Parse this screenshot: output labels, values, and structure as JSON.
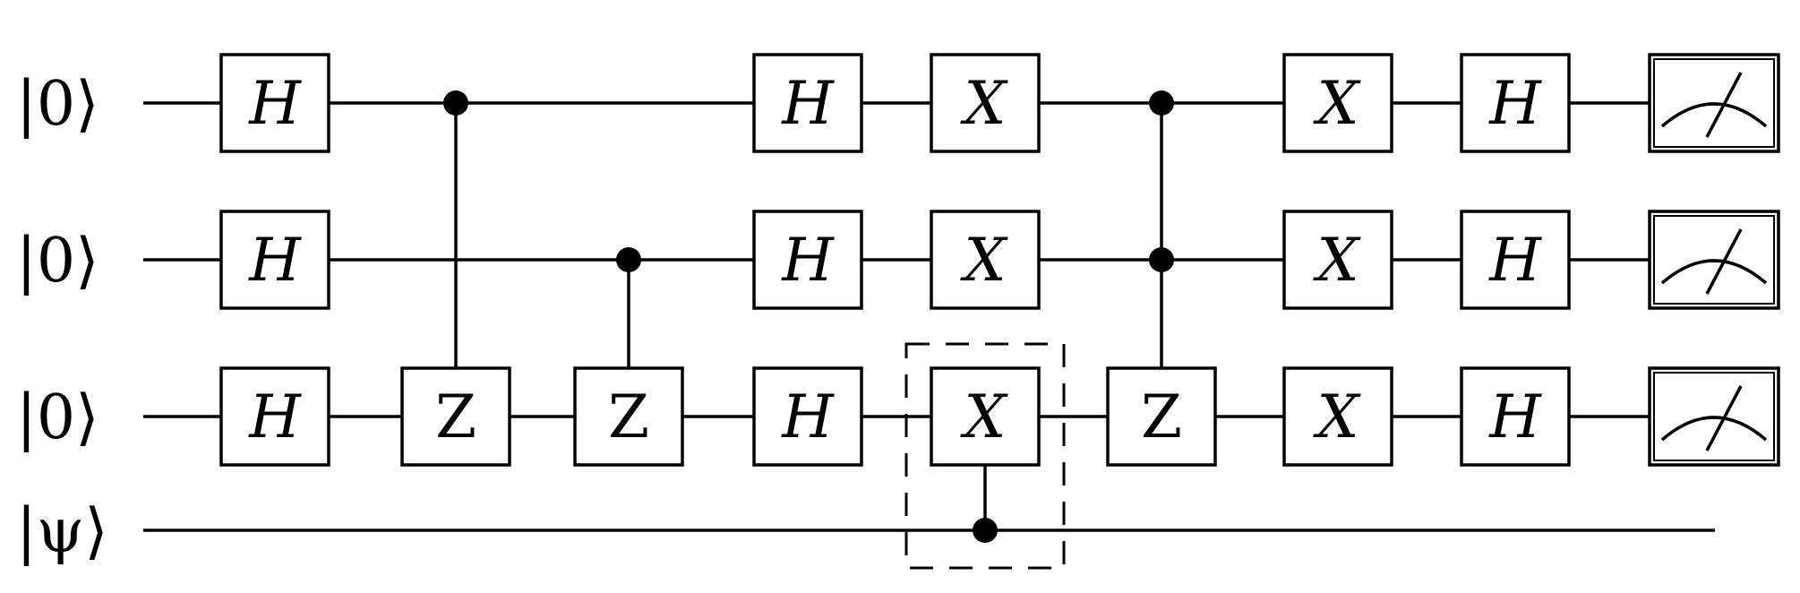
{
  "qubits": [
    {
      "label": "|0⟩"
    },
    {
      "label": "|0⟩"
    },
    {
      "label": "|0⟩"
    },
    {
      "label": "|ψ⟩"
    }
  ],
  "gates": [
    {
      "qubit": 0,
      "step": 0,
      "label": "H"
    },
    {
      "qubit": 1,
      "step": 0,
      "label": "H"
    },
    {
      "qubit": 2,
      "step": 0,
      "label": "H"
    },
    {
      "qubit": 2,
      "step": 1,
      "label": "Z"
    },
    {
      "qubit": 2,
      "step": 2,
      "label": "Z"
    },
    {
      "qubit": 0,
      "step": 3,
      "label": "H"
    },
    {
      "qubit": 1,
      "step": 3,
      "label": "H"
    },
    {
      "qubit": 2,
      "step": 3,
      "label": "H"
    },
    {
      "qubit": 0,
      "step": 4,
      "label": "X"
    },
    {
      "qubit": 1,
      "step": 4,
      "label": "X"
    },
    {
      "qubit": 2,
      "step": 4,
      "label": "X"
    },
    {
      "qubit": 2,
      "step": 5,
      "label": "Z"
    },
    {
      "qubit": 0,
      "step": 6,
      "label": "X"
    },
    {
      "qubit": 1,
      "step": 6,
      "label": "X"
    },
    {
      "qubit": 2,
      "step": 6,
      "label": "X"
    },
    {
      "qubit": 0,
      "step": 7,
      "label": "H"
    },
    {
      "qubit": 1,
      "step": 7,
      "label": "H"
    },
    {
      "qubit": 2,
      "step": 7,
      "label": "H"
    }
  ],
  "controlled": [
    {
      "step": 1,
      "controls": [
        0
      ],
      "target": 2
    },
    {
      "step": 2,
      "controls": [
        1
      ],
      "target": 2
    },
    {
      "step": 4,
      "controls": [
        3
      ],
      "target": 2
    },
    {
      "step": 5,
      "controls": [
        0,
        1
      ],
      "target": 2
    }
  ],
  "measurements": [
    0,
    1,
    2
  ],
  "highlighted_step": 4
}
